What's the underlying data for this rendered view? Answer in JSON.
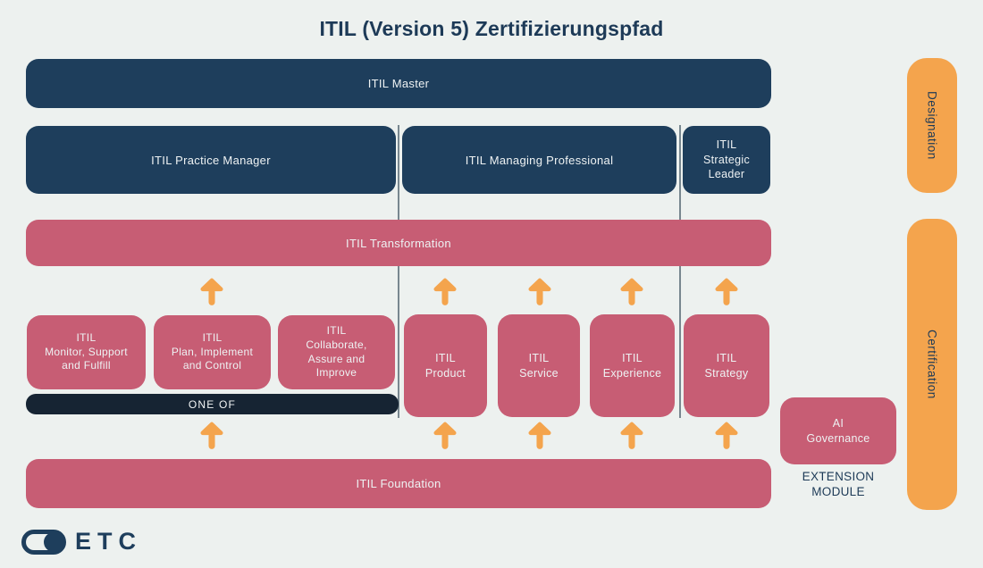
{
  "title": "ITIL (Version 5) Zertifizierungspfad",
  "levels": {
    "master": "ITIL Master",
    "practice_manager": "ITIL Practice Manager",
    "managing_professional": "ITIL Managing Professional",
    "strategic_leader": "ITIL\nStrategic\nLeader",
    "transformation": "ITIL Transformation",
    "foundation": "ITIL Foundation"
  },
  "practice_modules": [
    {
      "label": "ITIL\nMonitor, Support\nand Fulfill"
    },
    {
      "label": "ITIL\nPlan, Implement\nand Control"
    },
    {
      "label": "ITIL\nCollaborate,\nAssure and\nImprove"
    }
  ],
  "one_of_label": "ONE OF",
  "specialist_modules": [
    {
      "label": "ITIL\nProduct"
    },
    {
      "label": "ITIL\nService"
    },
    {
      "label": "ITIL\nExperience"
    },
    {
      "label": "ITIL\nStrategy"
    }
  ],
  "extension": {
    "module_label": "AI\nGovernance",
    "caption": "EXTENSION\nMODULE"
  },
  "side_labels": {
    "designation": "Designation",
    "certification": "Certification"
  },
  "logo": {
    "text": "ETC"
  },
  "colors": {
    "background": "#edf1ef",
    "navy_box": "#1e3e5c",
    "one_of_bar": "#162433",
    "rose_box": "#c75d74",
    "orange": "#f4a44d",
    "divider_line": "#78878f",
    "title_text": "#1d3a57",
    "box_text": "#eef2f3"
  }
}
